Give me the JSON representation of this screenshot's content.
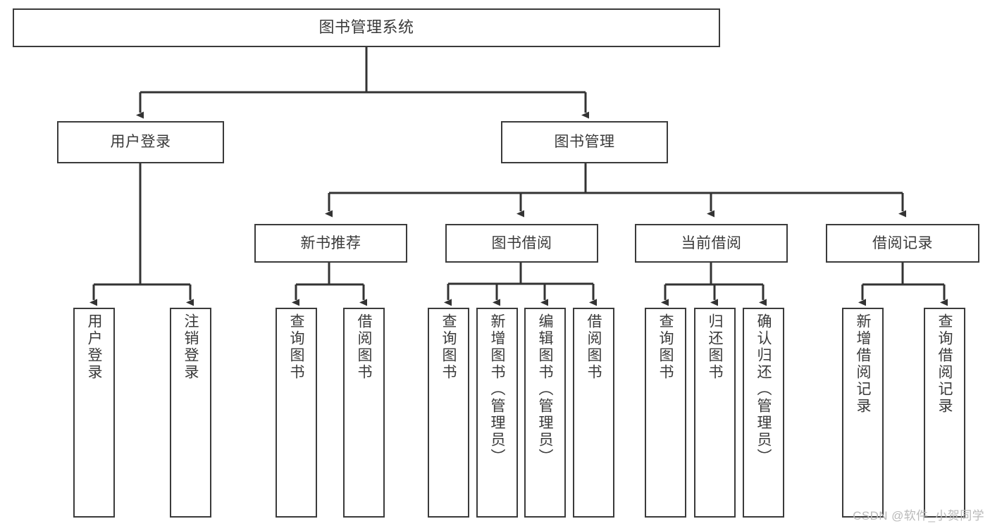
{
  "diagram": {
    "type": "tree",
    "orientation": "top-down",
    "title": "图书管理系统",
    "colors": {
      "box_stroke": "#3b3b3b",
      "box_fill": "#ffffff",
      "text": "#3a3a3a",
      "connector": "#333333",
      "watermark": "#b9b9b9",
      "background": "#ffffff"
    },
    "root": {
      "label": "图书管理系统"
    },
    "level2": [
      {
        "label": "用户登录"
      },
      {
        "label": "图书管理"
      }
    ],
    "level3": [
      {
        "label": "新书推荐"
      },
      {
        "label": "图书借阅"
      },
      {
        "label": "当前借阅"
      },
      {
        "label": "借阅记录"
      }
    ],
    "leaves": {
      "user_login": [
        {
          "label": "用户登录"
        },
        {
          "label": "注销登录"
        }
      ],
      "new_book_recommend": [
        {
          "label": "查询图书"
        },
        {
          "label": "借阅图书"
        }
      ],
      "book_borrow": [
        {
          "label": "查询图书"
        },
        {
          "label": "新增图书（管理员）"
        },
        {
          "label": "编辑图书（管理员）"
        },
        {
          "label": "借阅图书"
        }
      ],
      "current_borrow": [
        {
          "label": "查询图书"
        },
        {
          "label": "归还图书"
        },
        {
          "label": "确认归还（管理员）"
        }
      ],
      "borrow_record": [
        {
          "label": "新增借阅记录"
        },
        {
          "label": "查询借阅记录"
        }
      ]
    }
  },
  "watermark": {
    "text": "CSDN @软件_小贺同学"
  }
}
